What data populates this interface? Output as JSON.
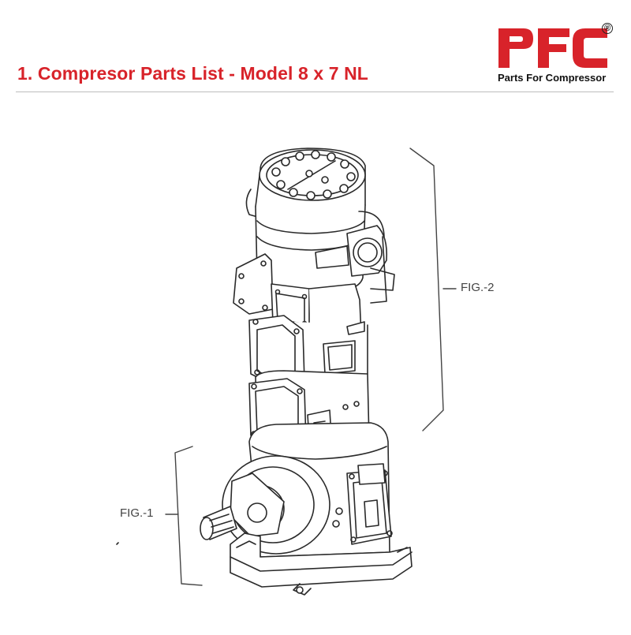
{
  "header": {
    "title": "1. Compresor Parts List - Model 8 x 7 NL",
    "title_color": "#d8232a"
  },
  "logo": {
    "mark": "PFC",
    "registered": "®",
    "tagline": "Parts For Compressor",
    "mark_color": "#d8232a"
  },
  "diagram": {
    "subject": "compressor-assembly-drawing",
    "callouts": [
      {
        "label": "FIG.-2"
      },
      {
        "label": "FIG.-1"
      }
    ]
  }
}
